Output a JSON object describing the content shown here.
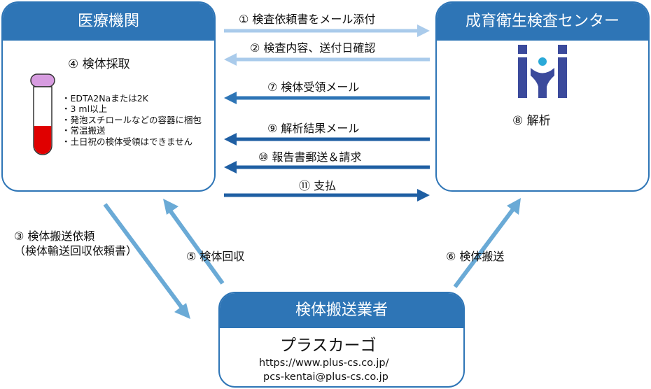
{
  "medical": {
    "title": "医療機関",
    "step4": "④ 検体採取",
    "bullets": [
      "・EDTA2Naまたは2K",
      "・3 ml以上",
      "・発泡スチロールなどの容器に梱包",
      "・常温搬送",
      "・土日祝の検体受領はできません"
    ]
  },
  "center": {
    "title": "成育衛生検査センター",
    "step8": "⑧ 解析",
    "logo_color": "#3b4a9c",
    "logo_accent": "#2aa9d8"
  },
  "carrier": {
    "title": "検体搬送業者",
    "name": "プラスカーゴ",
    "url": "https://www.plus-cs.co.jp/",
    "email": "pcs-kentai@plus-cs.co.jp"
  },
  "flows": {
    "s1": "① 検査依頼書をメール添付",
    "s2": "② 検査内容、送付日確認",
    "s7": "⑦ 検体受領メール",
    "s9": "⑨ 解析結果メール",
    "s10": "⑩ 報告書郵送＆請求",
    "s11": "⑪ 支払",
    "s3a": "③ 検体搬送依頼",
    "s3b": "（検体輸送回収依頼書）",
    "s5": "⑤ 検体回収",
    "s6": "⑥ 検体搬送"
  },
  "colors": {
    "box_header": "#2e75b6",
    "arrow_light": "#9dc3e6",
    "arrow_mid": "#6aaad6",
    "arrow_dark": "#1f5fa3",
    "tube_cap": "#d79ce0",
    "tube_blood": "#e00000"
  }
}
